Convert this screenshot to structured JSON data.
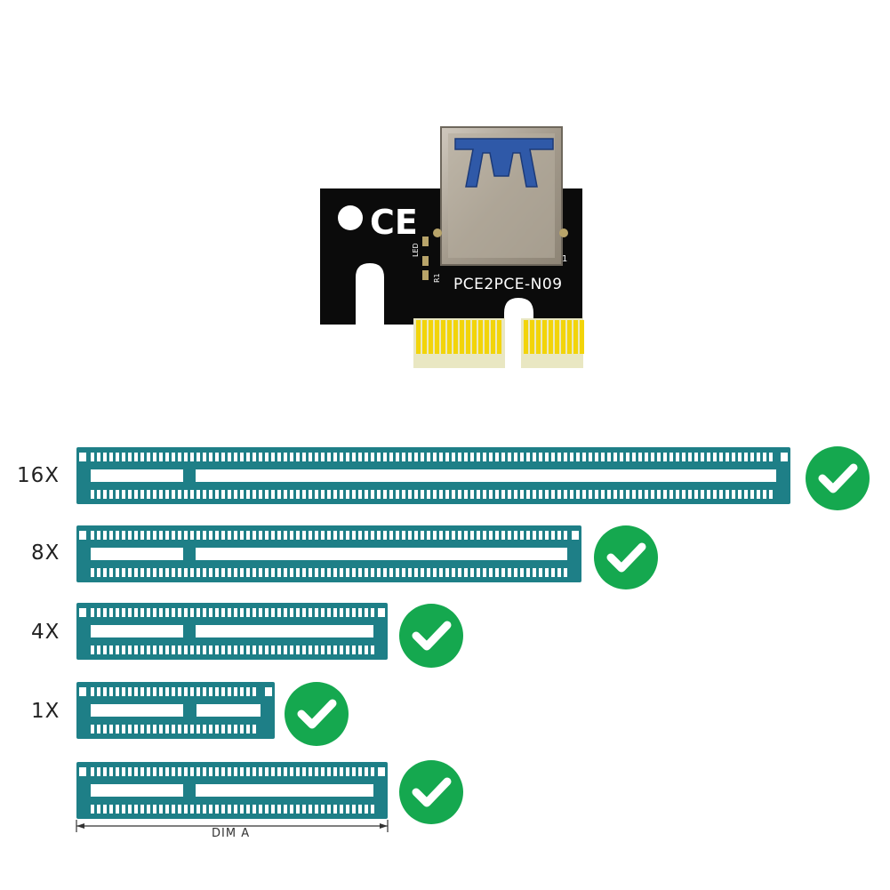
{
  "board": {
    "model": "PCE2PCE-N09",
    "ce_mark": "CE",
    "silk_led": "LED",
    "silk_r1": "R1",
    "silk_j1": "J1"
  },
  "colors": {
    "slot": "#1e7f87",
    "check": "#15a84f",
    "pcb": "#0b0b0b",
    "gold": "#f2d40a"
  },
  "slots": [
    {
      "label": "16X",
      "compatible": true
    },
    {
      "label": "8X",
      "compatible": true
    },
    {
      "label": "4X",
      "compatible": true
    },
    {
      "label": "1X",
      "compatible": true
    },
    {
      "label": "",
      "compatible": true,
      "dimension": "DIM A"
    }
  ]
}
